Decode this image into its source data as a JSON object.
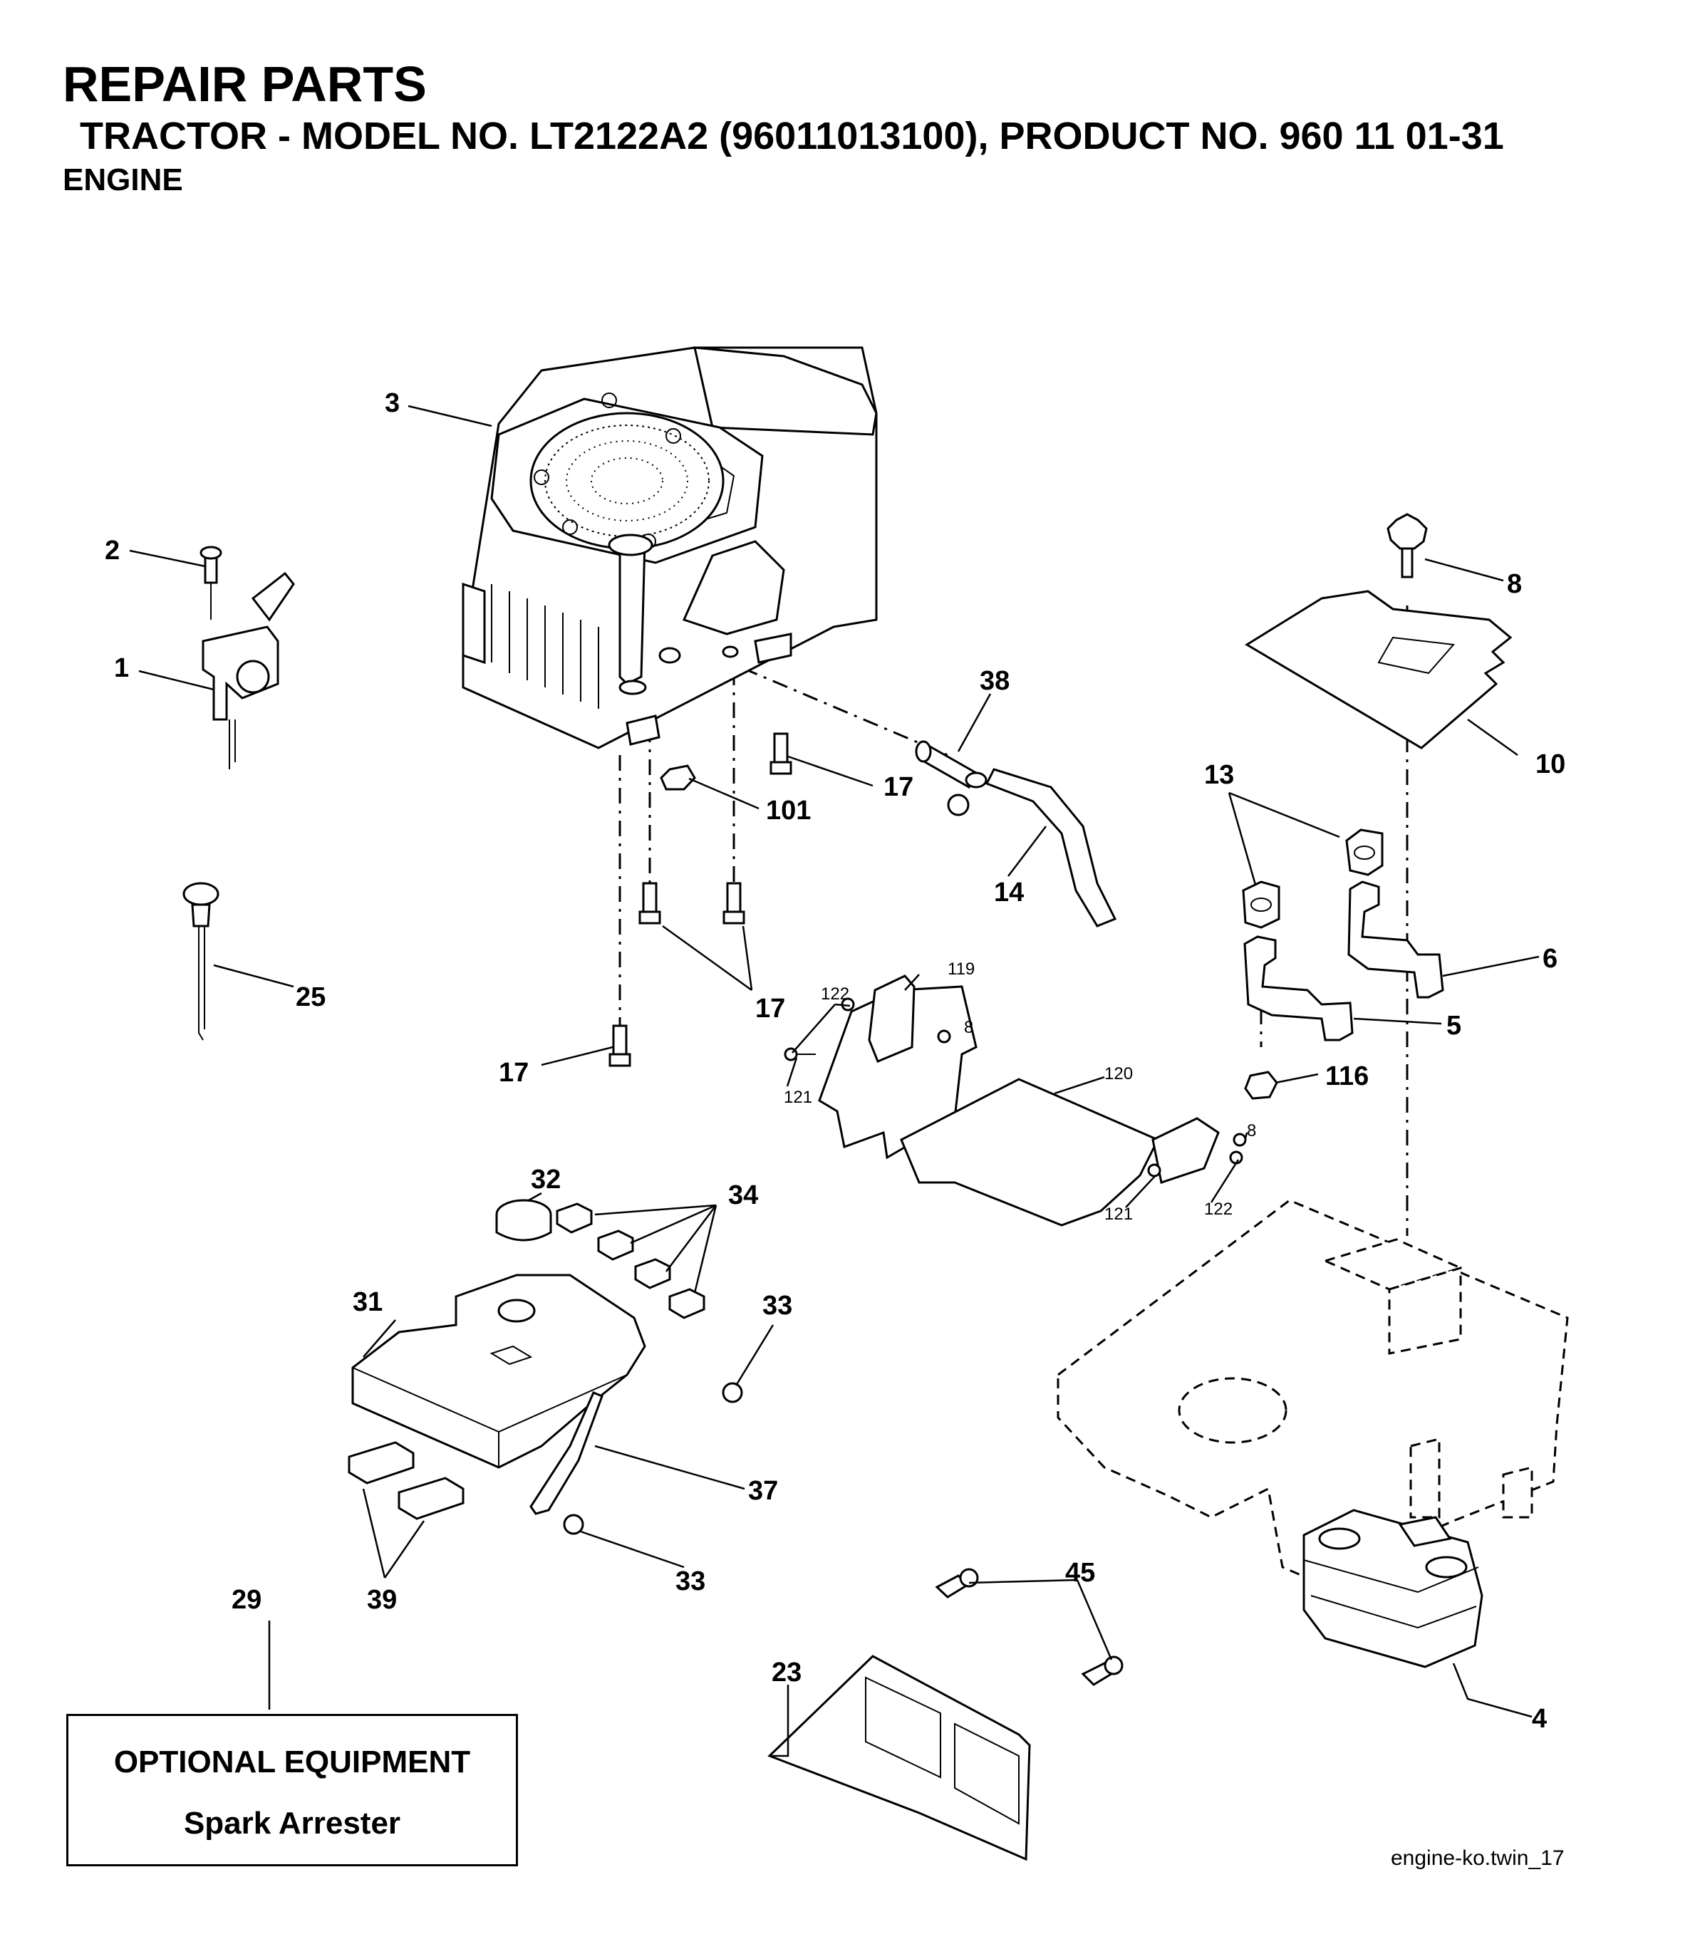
{
  "header": {
    "title": "REPAIR PARTS",
    "subtitle": "TRACTOR - MODEL NO. LT2122A2 (96011013100),  PRODUCT NO. 960 11 01-31",
    "section": "ENGINE"
  },
  "callouts": {
    "c1": "1",
    "c2": "2",
    "c3": "3",
    "c4": "4",
    "c5": "5",
    "c6": "6",
    "c8": "8",
    "c8a": "8",
    "c8b": "8",
    "c10": "10",
    "c13": "13",
    "c14": "14",
    "c17a": "17",
    "c17b": "17",
    "c17c": "17",
    "c23": "23",
    "c25": "25",
    "c29": "29",
    "c31": "31",
    "c32": "32",
    "c33a": "33",
    "c33b": "33",
    "c34": "34",
    "c37": "37",
    "c38": "38",
    "c39": "39",
    "c45": "45",
    "c101": "101",
    "c116": "116",
    "c119": "119",
    "c120": "120",
    "c121a": "121",
    "c121b": "121",
    "c122a": "122",
    "c122b": "122"
  },
  "optional_box": {
    "title": "OPTIONAL EQUIPMENT",
    "item": "Spark Arrester"
  },
  "drawing_ref": "engine-ko.twin_17"
}
